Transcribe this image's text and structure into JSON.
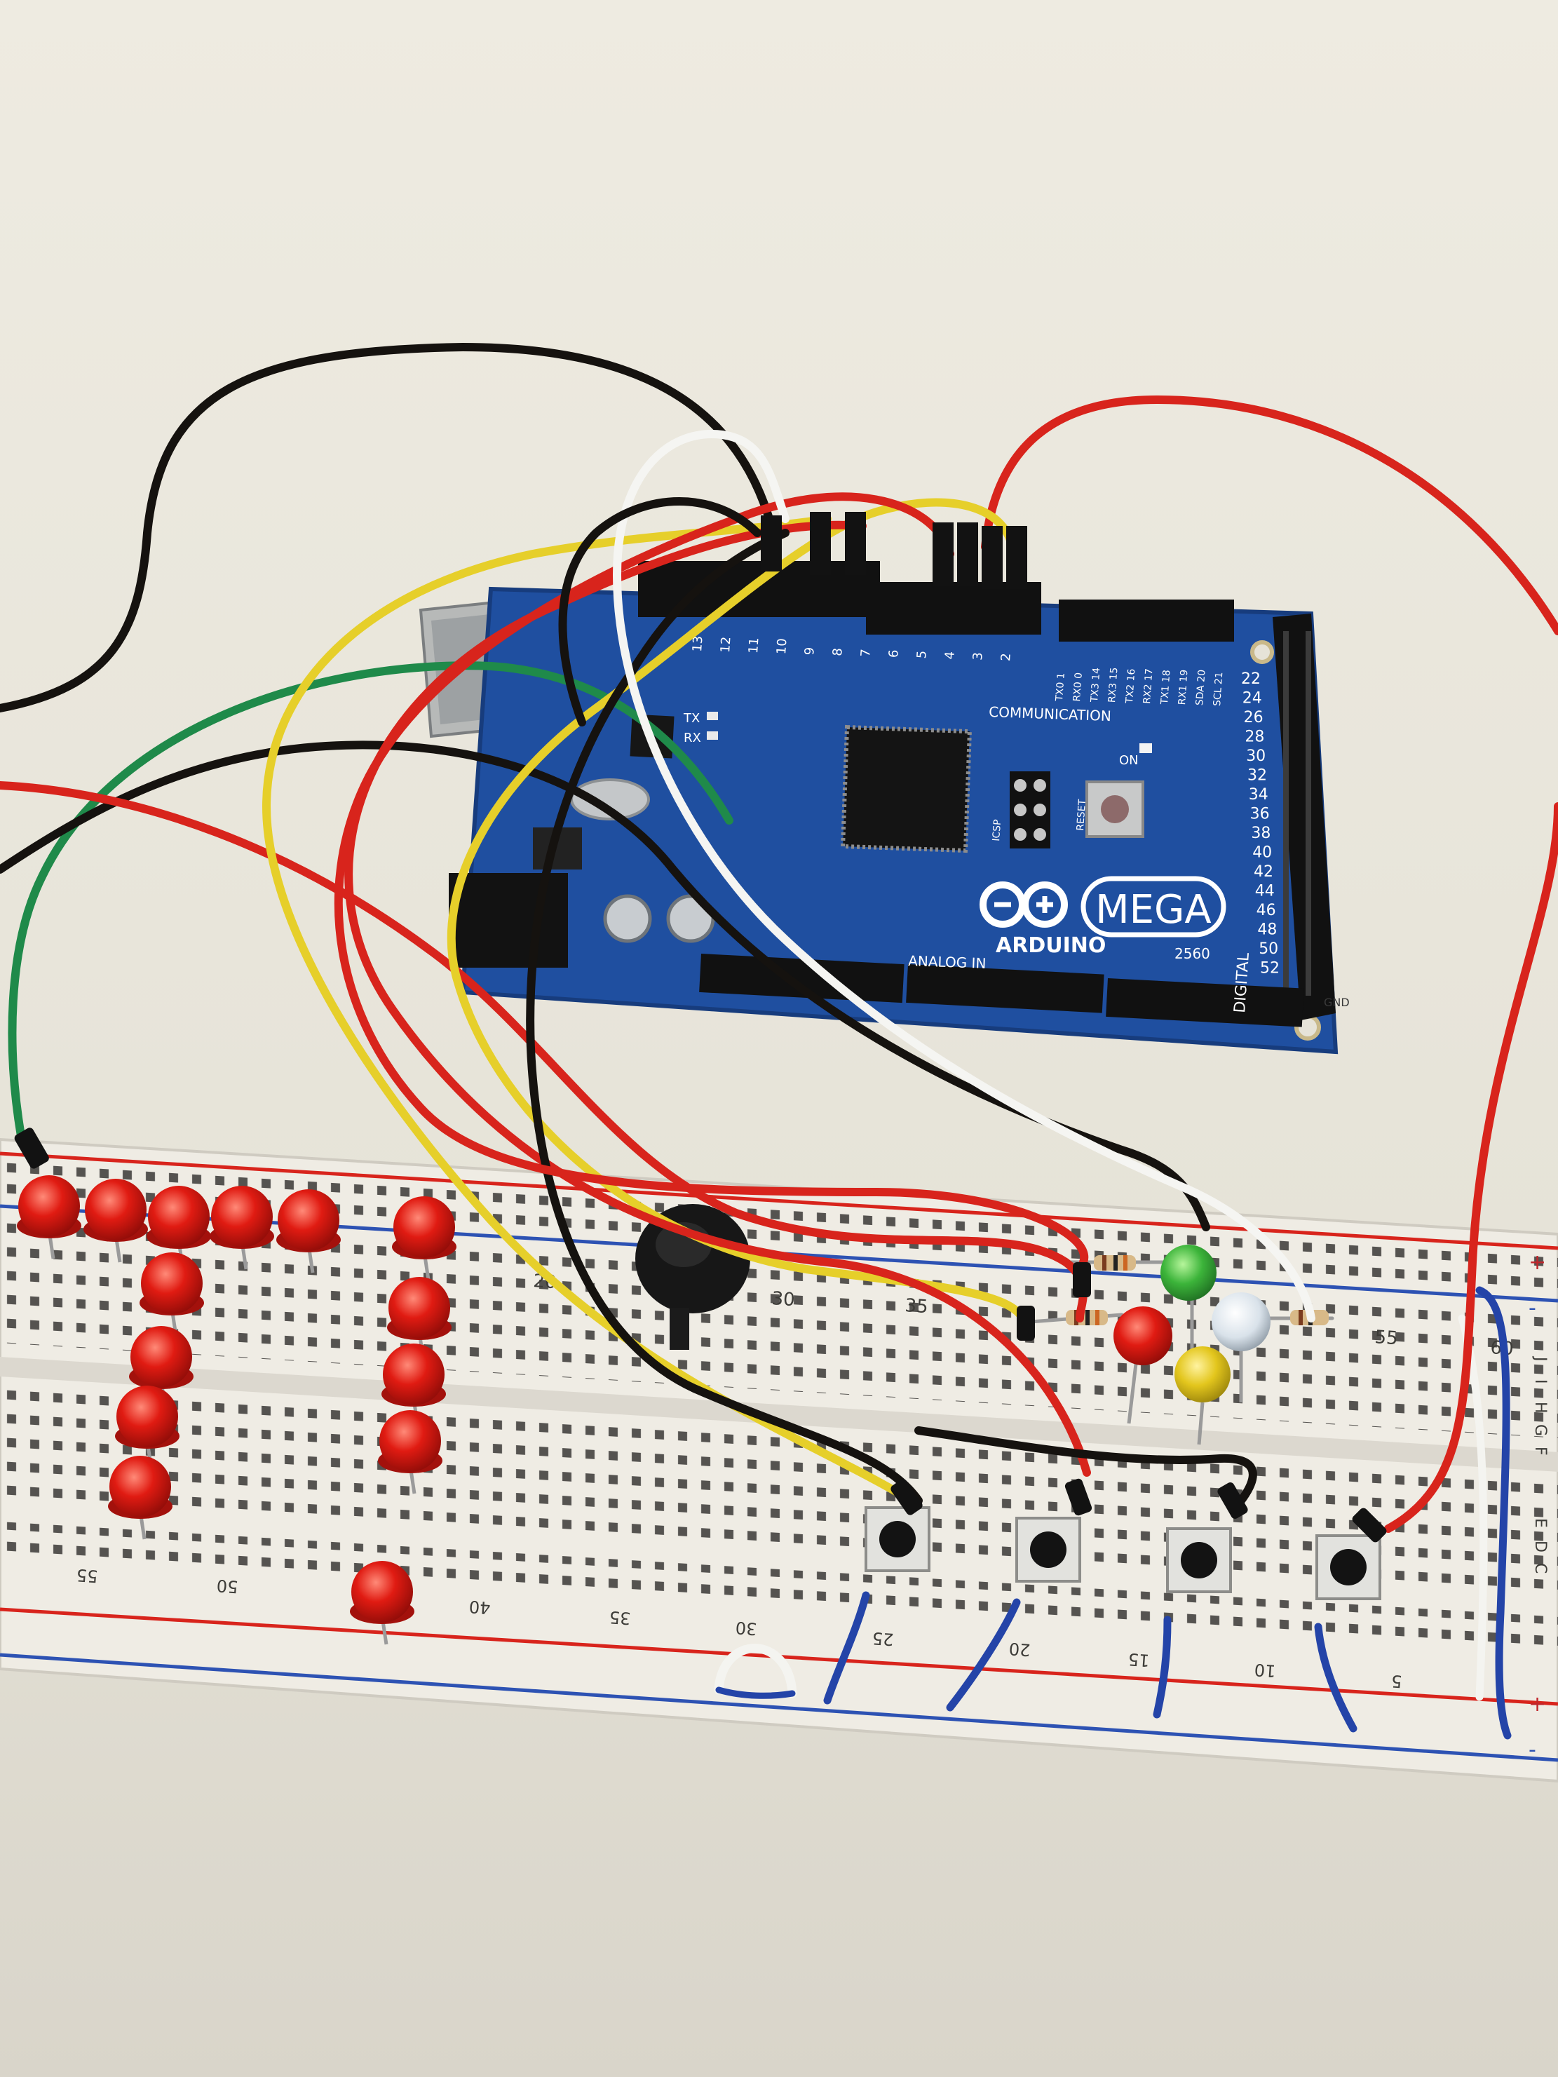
{
  "board": {
    "brand": "ARDUINO",
    "model": "MEGA",
    "model_number": "2560",
    "header_communication": "COMMUNICATION",
    "header_analog": "ANALOG IN",
    "header_digital": "DIGITAL",
    "label_on": "ON",
    "label_reset": "RESET",
    "label_tx": "TX",
    "label_rx": "RX",
    "label_gnd": "GND",
    "label_icsp": "ICSP",
    "comm_pins": [
      "TX0 1",
      "RX0 0",
      "TX3 14",
      "RX3 15",
      "TX2 16",
      "RX2 17",
      "TX1 18",
      "RX1 19",
      "SDA 20",
      "SCL 21"
    ],
    "digital_pins": [
      "22",
      "24",
      "26",
      "28",
      "30",
      "32",
      "34",
      "36",
      "38",
      "40",
      "42",
      "44",
      "46",
      "48",
      "50",
      "52"
    ],
    "pwm_pins": [
      "13",
      "12",
      "11",
      "10",
      "9",
      "8",
      "7",
      "6",
      "5",
      "4",
      "3",
      "2"
    ]
  },
  "breadboard": {
    "top_numbers": [
      "20",
      "30",
      "35",
      "55",
      "60"
    ],
    "bottom_numbers": [
      "55",
      "50",
      "40",
      "35",
      "30",
      "25",
      "20",
      "15",
      "10",
      "5"
    ],
    "row_letters": [
      "J",
      "I",
      "H",
      "G",
      "F",
      "E",
      "D",
      "C"
    ],
    "plus": "+",
    "minus": "-"
  },
  "colors": {
    "table": "#e9e6dc",
    "board_blue": "#1f4fa0",
    "breadboard": "#efece4",
    "wire_red": "#d8241c",
    "wire_black": "#15120f",
    "wire_yellow": "#e6cf2a",
    "wire_green": "#1f8a4a",
    "wire_white": "#f5f5f2",
    "wire_blue": "#2444a8",
    "led_red": "#d81a14",
    "led_green": "#37b43a",
    "led_yellow": "#e4c81e"
  }
}
